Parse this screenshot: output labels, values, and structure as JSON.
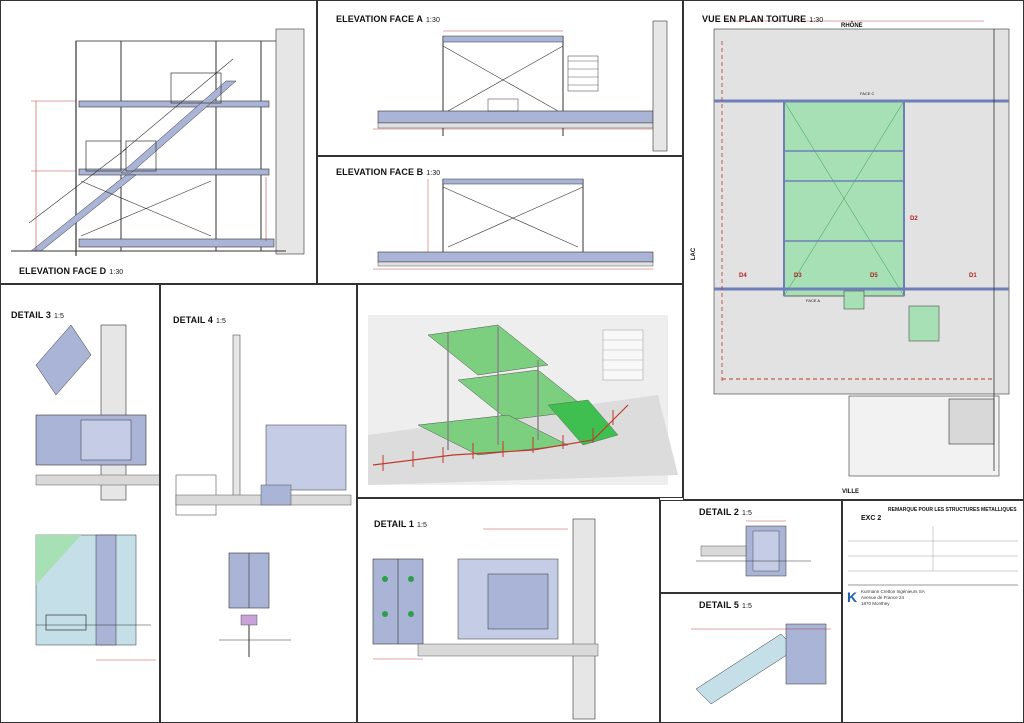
{
  "panels": {
    "elev_d": {
      "title": "ELEVATION FACE D",
      "scale": "1:30"
    },
    "elev_a": {
      "title": "ELEVATION FACE A",
      "scale": "1:30"
    },
    "elev_b": {
      "title": "ELEVATION FACE B",
      "scale": "1:30"
    },
    "plan": {
      "title": "VUE EN PLAN TOITURE",
      "scale": "1:30"
    },
    "detail3": {
      "title": "DETAIL 3",
      "scale": "1:5"
    },
    "detail4": {
      "title": "DETAIL 4",
      "scale": "1:5"
    },
    "detail1": {
      "title": "DETAIL 1",
      "scale": "1:5"
    },
    "detail2": {
      "title": "DETAIL 2",
      "scale": "1:5"
    },
    "detail5": {
      "title": "DETAIL 5",
      "scale": "1:5"
    }
  },
  "plan_labels": {
    "north": "RHÔNE",
    "west": "LAC",
    "south": "VILLE",
    "d1": "D1",
    "d2": "D2",
    "d3": "D3",
    "d4": "D4",
    "d5": "D5",
    "face_c": "FACE C",
    "face_a": "FACE A"
  },
  "title_block": {
    "heading": "REMARQUE POUR LES STRUCTURES METALLIQUES",
    "exc": "EXC 2",
    "company": "Kurmann Cretton Ingénieurs SA",
    "address1": "Avenue de France 24",
    "address2": "1870 Monthey",
    "logo_letter": "K"
  },
  "colors": {
    "line": "#333333",
    "steel": "#aab4d6",
    "steel_dark": "#6f7fb8",
    "green": "#a8e0b6",
    "green_dark": "#2e9d4c",
    "red": "#c0392b",
    "dim": "#b02020",
    "grey": "#d9d9d9"
  }
}
